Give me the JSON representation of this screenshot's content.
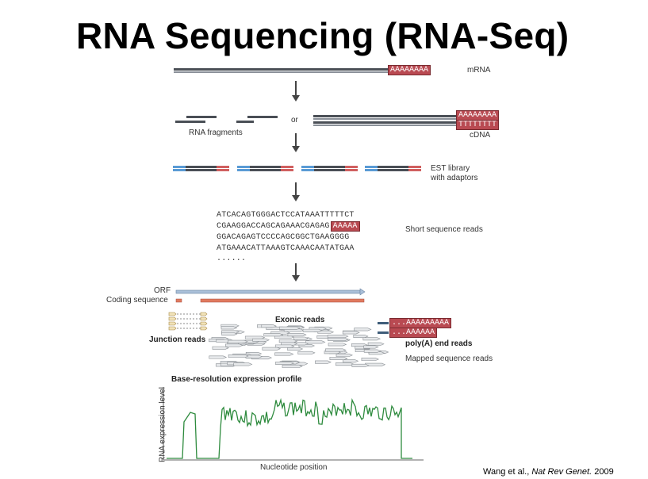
{
  "title": "RNA Sequencing (RNA-Seq)",
  "labels": {
    "mrna": "mRNA",
    "or": "or",
    "rna_fragments": "RNA fragments",
    "cdna": "cDNA",
    "est_library_1": "EST library",
    "est_library_2": "with adaptors",
    "short_reads": "Short sequence reads",
    "orf": "ORF",
    "coding_sequence": "Coding sequence",
    "exonic_reads": "Exonic reads",
    "junction_reads": "Junction reads",
    "polya_reads": "poly(A) end reads",
    "mapped_reads": "Mapped sequence reads",
    "profile_title": "Base-resolution expression profile",
    "y_axis": "RNA expression level",
    "x_axis": "Nucleotide position"
  },
  "boxes": {
    "mrna_polya": "AAAAAAAA",
    "cdna_a": "AAAAAAAA",
    "cdna_t": "TTTTTTTT",
    "read_polya": "AAAAA",
    "polya_1": "...AAAAAAAAA",
    "polya_2": "...AAAAAA"
  },
  "sequences": [
    "ATCACAGTGGGACTCCATAAATTTTTCT",
    "CGAAGGACCAGCAGAAACGAGAG",
    "GGACAGAGTCCCCAGCGGCTGAAGGGG",
    "ATGAAACATTAAAGTCAAACAATATGAA",
    "......"
  ],
  "citation": {
    "authors": "Wang et al., ",
    "journal": "Nat Rev Genet.",
    "year": " 2009"
  },
  "colors": {
    "strand": "#4a4f56",
    "polya_red": "#b94a52",
    "adaptor_blue": "#5a9bd5",
    "adaptor_red": "#d06060",
    "orf_blue": "#a9bfd8",
    "coding_red": "#e07a5f",
    "profile_green": "#2e8b3e"
  }
}
